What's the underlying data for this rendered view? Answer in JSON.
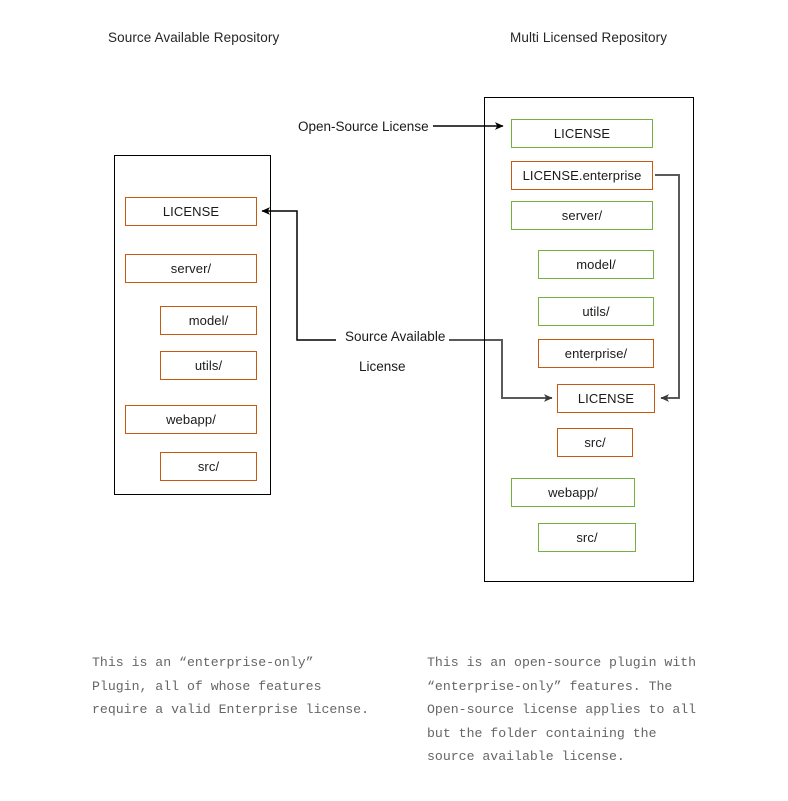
{
  "titles": {
    "left": "Source Available Repository",
    "right": "Multi Licensed Repository"
  },
  "colors": {
    "source_available": "#C55A11",
    "open_source": "#76B041",
    "box_border": "#000000",
    "connector": "#000000",
    "connector_gray": "#5a5a5a",
    "caption_text": "#666666"
  },
  "left_repository": {
    "name": "Source Available Repository",
    "items": [
      {
        "label": "LICENSE",
        "license": "source-available",
        "indent": 0
      },
      {
        "label": "server/",
        "license": "source-available",
        "indent": 0
      },
      {
        "label": "model/",
        "license": "source-available",
        "indent": 1
      },
      {
        "label": "utils/",
        "license": "source-available",
        "indent": 1
      },
      {
        "label": "webapp/",
        "license": "source-available",
        "indent": 0
      },
      {
        "label": "src/",
        "license": "source-available",
        "indent": 1
      }
    ]
  },
  "right_repository": {
    "name": "Multi Licensed Repository",
    "items": [
      {
        "label": "LICENSE",
        "license": "open-source",
        "indent": 0
      },
      {
        "label": "LICENSE.enterprise",
        "license": "source-available",
        "indent": 0
      },
      {
        "label": "server/",
        "license": "open-source",
        "indent": 0
      },
      {
        "label": "model/",
        "license": "open-source",
        "indent": 1
      },
      {
        "label": "utils/",
        "license": "open-source",
        "indent": 1
      },
      {
        "label": "enterprise/",
        "license": "source-available",
        "indent": 1
      },
      {
        "label": "LICENSE",
        "license": "source-available",
        "indent": 2
      },
      {
        "label": "src/",
        "license": "source-available",
        "indent": 2
      },
      {
        "label": "webapp/",
        "license": "open-source",
        "indent": 0
      },
      {
        "label": "src/",
        "license": "open-source",
        "indent": 1
      }
    ]
  },
  "connectors": {
    "open_source_label": "Open-Source License",
    "source_available_label_line1": "Source Available",
    "source_available_label_line2": "License"
  },
  "captions": {
    "left": "This is an “enterprise-only”\nPlugin, all of whose features\nrequire a valid Enterprise license.",
    "right": "This is an open-source plugin with\n“enterprise-only” features. The\nOpen-source license applies to all\nbut the folder containing the\nsource available license."
  }
}
